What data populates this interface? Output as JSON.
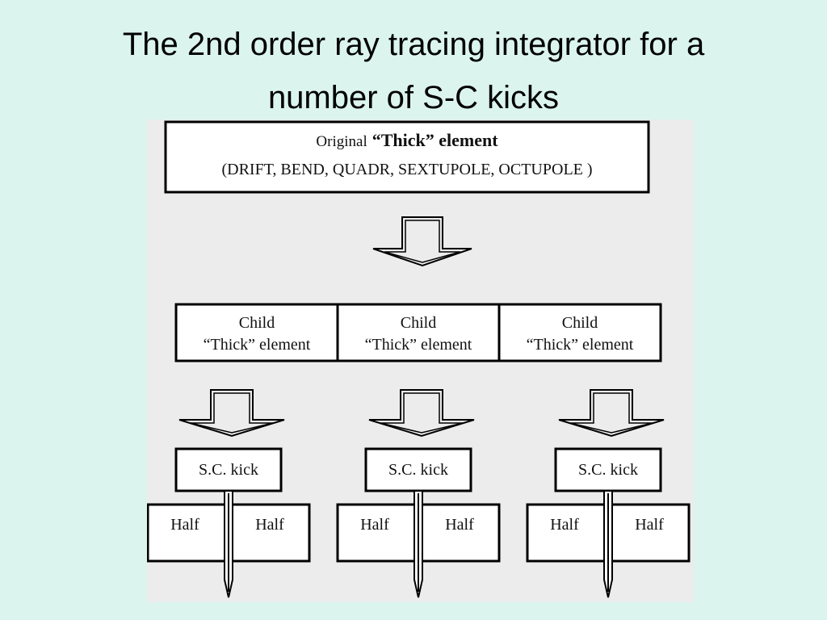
{
  "title": {
    "line1": "The 2nd order ray tracing integrator for a",
    "line2": "number of S-C kicks"
  },
  "diagram": {
    "top_box": {
      "original_label": "Original",
      "thick_label": "“Thick” element",
      "element_list": "(DRIFT, BEND, QUADR, SEXTUPOLE, OCTUPOLE )"
    },
    "child_boxes": [
      {
        "line1": "Child",
        "line2": "“Thick” element"
      },
      {
        "line1": "Child",
        "line2": "“Thick” element"
      },
      {
        "line1": "Child",
        "line2": "“Thick” element"
      }
    ],
    "kick_groups": [
      {
        "kick_label": "S.C. kick",
        "left_half": "Half",
        "right_half": "Half"
      },
      {
        "kick_label": "S.C. kick",
        "left_half": "Half",
        "right_half": "Half"
      },
      {
        "kick_label": "S.C. kick",
        "left_half": "Half",
        "right_half": "Half"
      }
    ],
    "colors": {
      "page_background": "#dbf4ee",
      "figure_background": "#ececec",
      "box_fill": "#ffffff",
      "stroke": "#000000"
    }
  }
}
